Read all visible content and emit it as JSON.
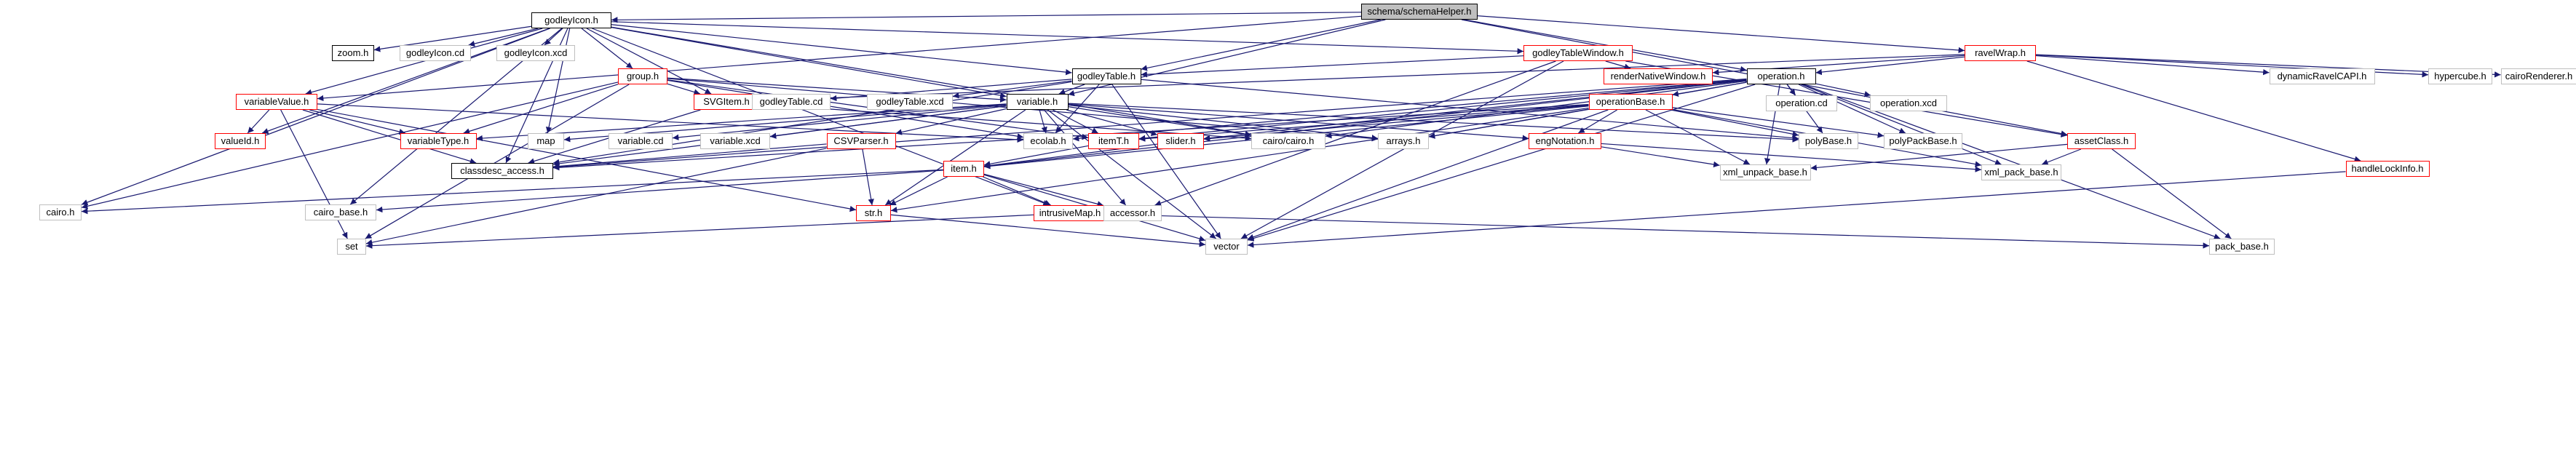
{
  "colors": {
    "edge": "#191970",
    "edge_alt": "#444444",
    "border_default": "#bfbfbf",
    "border_link": "#ff0000",
    "border_documented": "#000000",
    "root_fill": "#bfbfbf"
  },
  "nodes": [
    {
      "id": "schemaHelper",
      "label": "schema/schemaHelper.h",
      "style": "root"
    },
    {
      "id": "godleyIcon",
      "label": "godleyIcon.h",
      "style": "black"
    },
    {
      "id": "zoom",
      "label": "zoom.h",
      "style": "black"
    },
    {
      "id": "godleyIconCd",
      "label": "godleyIcon.cd",
      "style": "plain"
    },
    {
      "id": "godleyIconXcd",
      "label": "godleyIcon.xcd",
      "style": "plain"
    },
    {
      "id": "godleyTableWindow",
      "label": "godleyTableWindow.h",
      "style": "red"
    },
    {
      "id": "ravelWrap",
      "label": "ravelWrap.h",
      "style": "red"
    },
    {
      "id": "renderNativeWindow",
      "label": "renderNativeWindow.h",
      "style": "red"
    },
    {
      "id": "dynamicRavelCAPI",
      "label": "dynamicRavelCAPI.h",
      "style": "plain"
    },
    {
      "id": "hypercube",
      "label": "hypercube.h",
      "style": "plain"
    },
    {
      "id": "cairoRenderer",
      "label": "cairoRenderer.h",
      "style": "plain"
    },
    {
      "id": "group",
      "label": "group.h",
      "style": "red"
    },
    {
      "id": "godleyTable",
      "label": "godleyTable.h",
      "style": "black"
    },
    {
      "id": "operation",
      "label": "operation.h",
      "style": "black"
    },
    {
      "id": "operationCd",
      "label": "operation.cd",
      "style": "plain"
    },
    {
      "id": "operationXcd",
      "label": "operation.xcd",
      "style": "plain"
    },
    {
      "id": "variableValue",
      "label": "variableValue.h",
      "style": "red"
    },
    {
      "id": "SVGItem",
      "label": "SVGItem.h",
      "style": "red"
    },
    {
      "id": "godleyTableCd",
      "label": "godleyTable.cd",
      "style": "plain"
    },
    {
      "id": "godleyTableXcd",
      "label": "godleyTable.xcd",
      "style": "plain"
    },
    {
      "id": "variable",
      "label": "variable.h",
      "style": "black"
    },
    {
      "id": "operationBase",
      "label": "operationBase.h",
      "style": "red"
    },
    {
      "id": "valueId",
      "label": "valueId.h",
      "style": "red"
    },
    {
      "id": "variableType",
      "label": "variableType.h",
      "style": "red"
    },
    {
      "id": "map",
      "label": "map",
      "style": "plain"
    },
    {
      "id": "variableCd",
      "label": "variable.cd",
      "style": "plain"
    },
    {
      "id": "variableXcd",
      "label": "variable.xcd",
      "style": "plain"
    },
    {
      "id": "CSVParser",
      "label": "CSVParser.h",
      "style": "red"
    },
    {
      "id": "ecolab",
      "label": "ecolab.h",
      "style": "plain"
    },
    {
      "id": "itemT",
      "label": "itemT.h",
      "style": "red"
    },
    {
      "id": "slider",
      "label": "slider.h",
      "style": "red"
    },
    {
      "id": "cairoCairo",
      "label": "cairo/cairo.h",
      "style": "plain"
    },
    {
      "id": "arrays",
      "label": "arrays.h",
      "style": "plain"
    },
    {
      "id": "engNotation",
      "label": "engNotation.h",
      "style": "red"
    },
    {
      "id": "polyBase",
      "label": "polyBase.h",
      "style": "plain"
    },
    {
      "id": "polyPackBase",
      "label": "polyPackBase.h",
      "style": "plain"
    },
    {
      "id": "assetClass",
      "label": "assetClass.h",
      "style": "red"
    },
    {
      "id": "handleLockInfo",
      "label": "handleLockInfo.h",
      "style": "red"
    },
    {
      "id": "classdescAccess",
      "label": "classdesc_access.h",
      "style": "black"
    },
    {
      "id": "item",
      "label": "item.h",
      "style": "red"
    },
    {
      "id": "xmlUnpackBase",
      "label": "xml_unpack_base.h",
      "style": "plain"
    },
    {
      "id": "xmlPackBase",
      "label": "xml_pack_base.h",
      "style": "plain"
    },
    {
      "id": "cairo",
      "label": "cairo.h",
      "style": "plain"
    },
    {
      "id": "cairoBase",
      "label": "cairo_base.h",
      "style": "plain"
    },
    {
      "id": "str",
      "label": "str.h",
      "style": "red"
    },
    {
      "id": "intrusiveMap",
      "label": "intrusiveMap.h",
      "style": "red"
    },
    {
      "id": "accessor",
      "label": "accessor.h",
      "style": "plain"
    },
    {
      "id": "set",
      "label": "set",
      "style": "plain"
    },
    {
      "id": "vector",
      "label": "vector",
      "style": "plain"
    },
    {
      "id": "packBase",
      "label": "pack_base.h",
      "style": "plain"
    }
  ],
  "edges": [
    [
      "schemaHelper",
      "godleyIcon"
    ],
    [
      "schemaHelper",
      "ravelWrap"
    ],
    [
      "schemaHelper",
      "operation"
    ],
    [
      "schemaHelper",
      "variable"
    ],
    [
      "schemaHelper",
      "godleyTable"
    ],
    [
      "schemaHelper",
      "variableValue"
    ],
    [
      "schemaHelper",
      "assetClass"
    ],
    [
      "godleyIcon",
      "zoom"
    ],
    [
      "godleyIcon",
      "godleyIconCd"
    ],
    [
      "godleyIcon",
      "godleyIconXcd"
    ],
    [
      "godleyIcon",
      "godleyTableWindow"
    ],
    [
      "godleyIcon",
      "group"
    ],
    [
      "godleyIcon",
      "godleyTable"
    ],
    [
      "godleyIcon",
      "variable"
    ],
    [
      "godleyIcon",
      "SVGItem"
    ],
    [
      "godleyIcon",
      "variableValue"
    ],
    [
      "godleyIcon",
      "valueId"
    ],
    [
      "godleyIcon",
      "map"
    ],
    [
      "godleyIcon",
      "cairo"
    ],
    [
      "godleyIcon",
      "cairoBase"
    ],
    [
      "godleyIcon",
      "classdescAccess"
    ],
    [
      "godleyIcon",
      "intrusiveMap"
    ],
    [
      "godleyIcon",
      "cairoCairo"
    ],
    [
      "godleyTableWindow",
      "renderNativeWindow"
    ],
    [
      "godleyTableWindow",
      "godleyTable"
    ],
    [
      "godleyTableWindow",
      "vector"
    ],
    [
      "godleyTableWindow",
      "accessor"
    ],
    [
      "godleyTableWindow",
      "assetClass"
    ],
    [
      "ravelWrap",
      "renderNativeWindow"
    ],
    [
      "ravelWrap",
      "dynamicRavelCAPI"
    ],
    [
      "ravelWrap",
      "hypercube"
    ],
    [
      "ravelWrap",
      "cairoRenderer"
    ],
    [
      "ravelWrap",
      "operation"
    ],
    [
      "ravelWrap",
      "handleLockInfo"
    ],
    [
      "ravelWrap",
      "SVGItem"
    ],
    [
      "group",
      "SVGItem"
    ],
    [
      "group",
      "variable"
    ],
    [
      "group",
      "variableType"
    ],
    [
      "group",
      "itemT"
    ],
    [
      "group",
      "cairo"
    ],
    [
      "group",
      "set"
    ],
    [
      "group",
      "arrays"
    ],
    [
      "group",
      "ecolab"
    ],
    [
      "godleyTable",
      "godleyTableCd"
    ],
    [
      "godleyTable",
      "godleyTableXcd"
    ],
    [
      "godleyTable",
      "variable"
    ],
    [
      "godleyTable",
      "vector"
    ],
    [
      "godleyTable",
      "ecolab"
    ],
    [
      "godleyTable",
      "polyBase"
    ],
    [
      "godleyTable",
      "classdescAccess"
    ],
    [
      "operation",
      "operationCd"
    ],
    [
      "operation",
      "operationXcd"
    ],
    [
      "operation",
      "operationBase"
    ],
    [
      "operation",
      "itemT"
    ],
    [
      "operation",
      "slider"
    ],
    [
      "operation",
      "arrays"
    ],
    [
      "operation",
      "ecolab"
    ],
    [
      "operation",
      "polyBase"
    ],
    [
      "operation",
      "polyPackBase"
    ],
    [
      "operation",
      "xmlPackBase"
    ],
    [
      "operation",
      "xmlUnpackBase"
    ],
    [
      "operation",
      "packBase"
    ],
    [
      "operation",
      "vector"
    ],
    [
      "operation",
      "classdescAccess"
    ],
    [
      "operation",
      "cairoCairo"
    ],
    [
      "operation",
      "item"
    ],
    [
      "variableValue",
      "valueId"
    ],
    [
      "variableValue",
      "variableType"
    ],
    [
      "variableValue",
      "classdescAccess"
    ],
    [
      "variableValue",
      "str"
    ],
    [
      "variableValue",
      "ecolab"
    ],
    [
      "variableValue",
      "set"
    ],
    [
      "SVGItem",
      "classdescAccess"
    ],
    [
      "SVGItem",
      "cairoCairo"
    ],
    [
      "variable",
      "variableCd"
    ],
    [
      "variable",
      "variableXcd"
    ],
    [
      "variable",
      "CSVParser"
    ],
    [
      "variable",
      "ecolab"
    ],
    [
      "variable",
      "itemT"
    ],
    [
      "variable",
      "slider"
    ],
    [
      "variable",
      "cairoCairo"
    ],
    [
      "variable",
      "arrays"
    ],
    [
      "variable",
      "engNotation"
    ],
    [
      "variable",
      "variableType"
    ],
    [
      "variable",
      "map"
    ],
    [
      "variable",
      "str"
    ],
    [
      "variable",
      "accessor"
    ],
    [
      "variable",
      "vector"
    ],
    [
      "variable",
      "classdescAccess"
    ],
    [
      "variable",
      "polyBase"
    ],
    [
      "operationBase",
      "classdescAccess"
    ],
    [
      "operationBase",
      "item"
    ],
    [
      "operationBase",
      "slider"
    ],
    [
      "operationBase",
      "arrays"
    ],
    [
      "operationBase",
      "polyBase"
    ],
    [
      "operationBase",
      "polyPackBase"
    ],
    [
      "operationBase",
      "xmlPackBase"
    ],
    [
      "operationBase",
      "xmlUnpackBase"
    ],
    [
      "operationBase",
      "vector"
    ],
    [
      "operationBase",
      "str"
    ],
    [
      "operationBase",
      "itemT"
    ],
    [
      "operationBase",
      "engNotation"
    ],
    [
      "CSVParser",
      "classdescAccess"
    ],
    [
      "CSVParser",
      "str"
    ],
    [
      "CSVParser",
      "set"
    ],
    [
      "itemT",
      "item"
    ],
    [
      "slider",
      "item"
    ],
    [
      "engNotation",
      "xmlUnpackBase"
    ],
    [
      "engNotation",
      "xmlPackBase"
    ],
    [
      "assetClass",
      "xmlPackBase"
    ],
    [
      "assetClass",
      "xmlUnpackBase"
    ],
    [
      "assetClass",
      "packBase"
    ],
    [
      "handleLockInfo",
      "vector"
    ],
    [
      "item",
      "cairo"
    ],
    [
      "item",
      "cairoBase"
    ],
    [
      "item",
      "str"
    ],
    [
      "item",
      "intrusiveMap"
    ],
    [
      "item",
      "accessor"
    ],
    [
      "item",
      "vector"
    ],
    [
      "intrusiveMap",
      "set"
    ],
    [
      "intrusiveMap",
      "packBase"
    ],
    [
      "str",
      "vector"
    ]
  ]
}
